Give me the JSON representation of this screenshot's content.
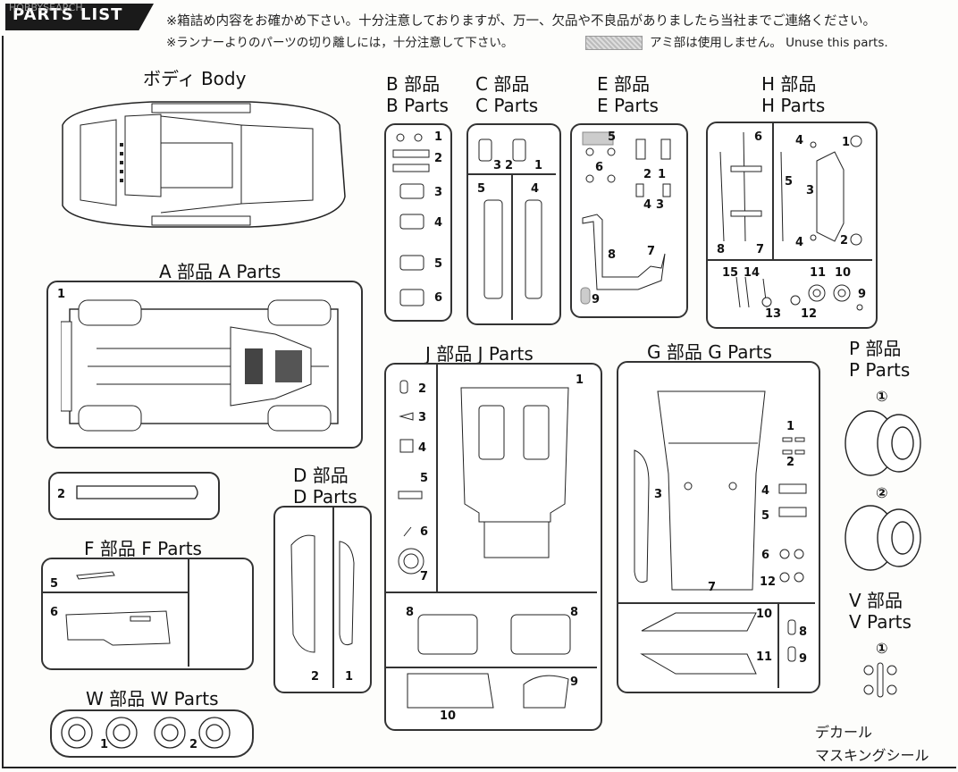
{
  "header": {
    "title": "PARTS LIST",
    "watermark": "HOBBYSEARCH",
    "note1": "※箱詰め内容をお確かめ下さい。十分注意しておりますが、万一、欠品や不良品がありましたら当社までご連絡ください。",
    "note2": "※ランナーよりのパーツの切り離しには，十分注意して下さい。",
    "note3": "アミ部は使用しません。 Unuse this parts."
  },
  "sections": {
    "body": "ボディ Body",
    "a": "A 部品 A Parts",
    "b1": "B 部品",
    "b2": "B Parts",
    "c1": "C 部品",
    "c2": "C Parts",
    "e1": "E 部品",
    "e2": "E Parts",
    "h1": "H 部品",
    "h2": "H Parts",
    "j": "J 部品 J Parts",
    "g": "G 部品 G Parts",
    "p1": "P 部品",
    "p2": "P Parts",
    "d1": "D 部品",
    "d2": "D Parts",
    "f": "F 部品 F Parts",
    "w": "W 部品 W Parts",
    "v1": "V 部品",
    "v2": "V Parts",
    "decal1": "デカール",
    "decal2": "マスキングシール"
  },
  "numbers": {
    "a1": "1",
    "a2": "2",
    "b": [
      "1",
      "2",
      "3",
      "4",
      "5",
      "6"
    ],
    "c": [
      "3",
      "2",
      "1",
      "5",
      "4"
    ],
    "e": [
      "5",
      "6",
      "2",
      "1",
      "4",
      "3",
      "8",
      "7",
      "9"
    ],
    "h": [
      "6",
      "4",
      "1",
      "5",
      "3",
      "8",
      "7",
      "4",
      "2",
      "15",
      "14",
      "11",
      "10",
      "13",
      "12",
      "9"
    ],
    "j": [
      "2",
      "3",
      "4",
      "5",
      "6",
      "7",
      "1",
      "8",
      "8",
      "10",
      "9"
    ],
    "g": [
      "1",
      "2",
      "3",
      "4",
      "5",
      "6",
      "12",
      "7",
      "10",
      "11",
      "8",
      "9"
    ],
    "d": [
      "2",
      "1"
    ],
    "f": [
      "5",
      "6"
    ],
    "w": [
      "1",
      "2"
    ],
    "p": [
      "①",
      "②"
    ],
    "v": [
      "①"
    ]
  }
}
